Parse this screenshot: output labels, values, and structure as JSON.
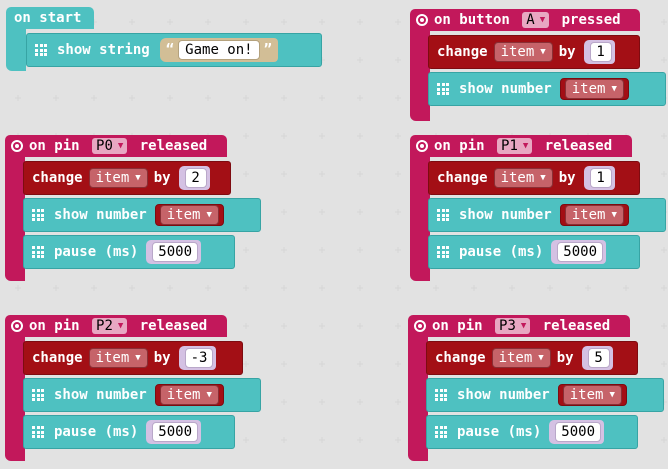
{
  "blocks": {
    "on_start": {
      "header": "on start",
      "body": {
        "cmd": "show string",
        "value": "Game on!",
        "quote_open": "“",
        "quote_close": "”"
      }
    },
    "button_a": {
      "prefix": "on button",
      "button": "A",
      "suffix": "pressed",
      "change": {
        "cmd": "change",
        "var": "item",
        "by": "by",
        "value": "1"
      },
      "show": {
        "cmd": "show number",
        "var": "item"
      }
    },
    "pin_p0": {
      "prefix": "on pin",
      "pin": "P0",
      "suffix": "released",
      "change": {
        "cmd": "change",
        "var": "item",
        "by": "by",
        "value": "2"
      },
      "show": {
        "cmd": "show number",
        "var": "item"
      },
      "pause": {
        "cmd": "pause (ms)",
        "value": "5000"
      }
    },
    "pin_p1": {
      "prefix": "on pin",
      "pin": "P1",
      "suffix": "released",
      "change": {
        "cmd": "change",
        "var": "item",
        "by": "by",
        "value": "1"
      },
      "show": {
        "cmd": "show number",
        "var": "item"
      },
      "pause": {
        "cmd": "pause (ms)",
        "value": "5000"
      }
    },
    "pin_p2": {
      "prefix": "on pin",
      "pin": "P2",
      "suffix": "released",
      "change": {
        "cmd": "change",
        "var": "item",
        "by": "by",
        "value": "-3"
      },
      "show": {
        "cmd": "show number",
        "var": "item"
      },
      "pause": {
        "cmd": "pause (ms)",
        "value": "5000"
      }
    },
    "pin_p3": {
      "prefix": "on pin",
      "pin": "P3",
      "suffix": "released",
      "change": {
        "cmd": "change",
        "var": "item",
        "by": "by",
        "value": "5"
      },
      "show": {
        "cmd": "show number",
        "var": "item"
      },
      "pause": {
        "cmd": "pause (ms)",
        "value": "5000"
      }
    }
  },
  "icons": {
    "event": "event-circle-icon",
    "grid": "led-grid-icon",
    "caret": "▼"
  },
  "colors": {
    "event": "#c2185b",
    "variables": "#a30f15",
    "basic": "#4ec1c1",
    "text": "#d2be96",
    "math": "#d4c1e3"
  }
}
